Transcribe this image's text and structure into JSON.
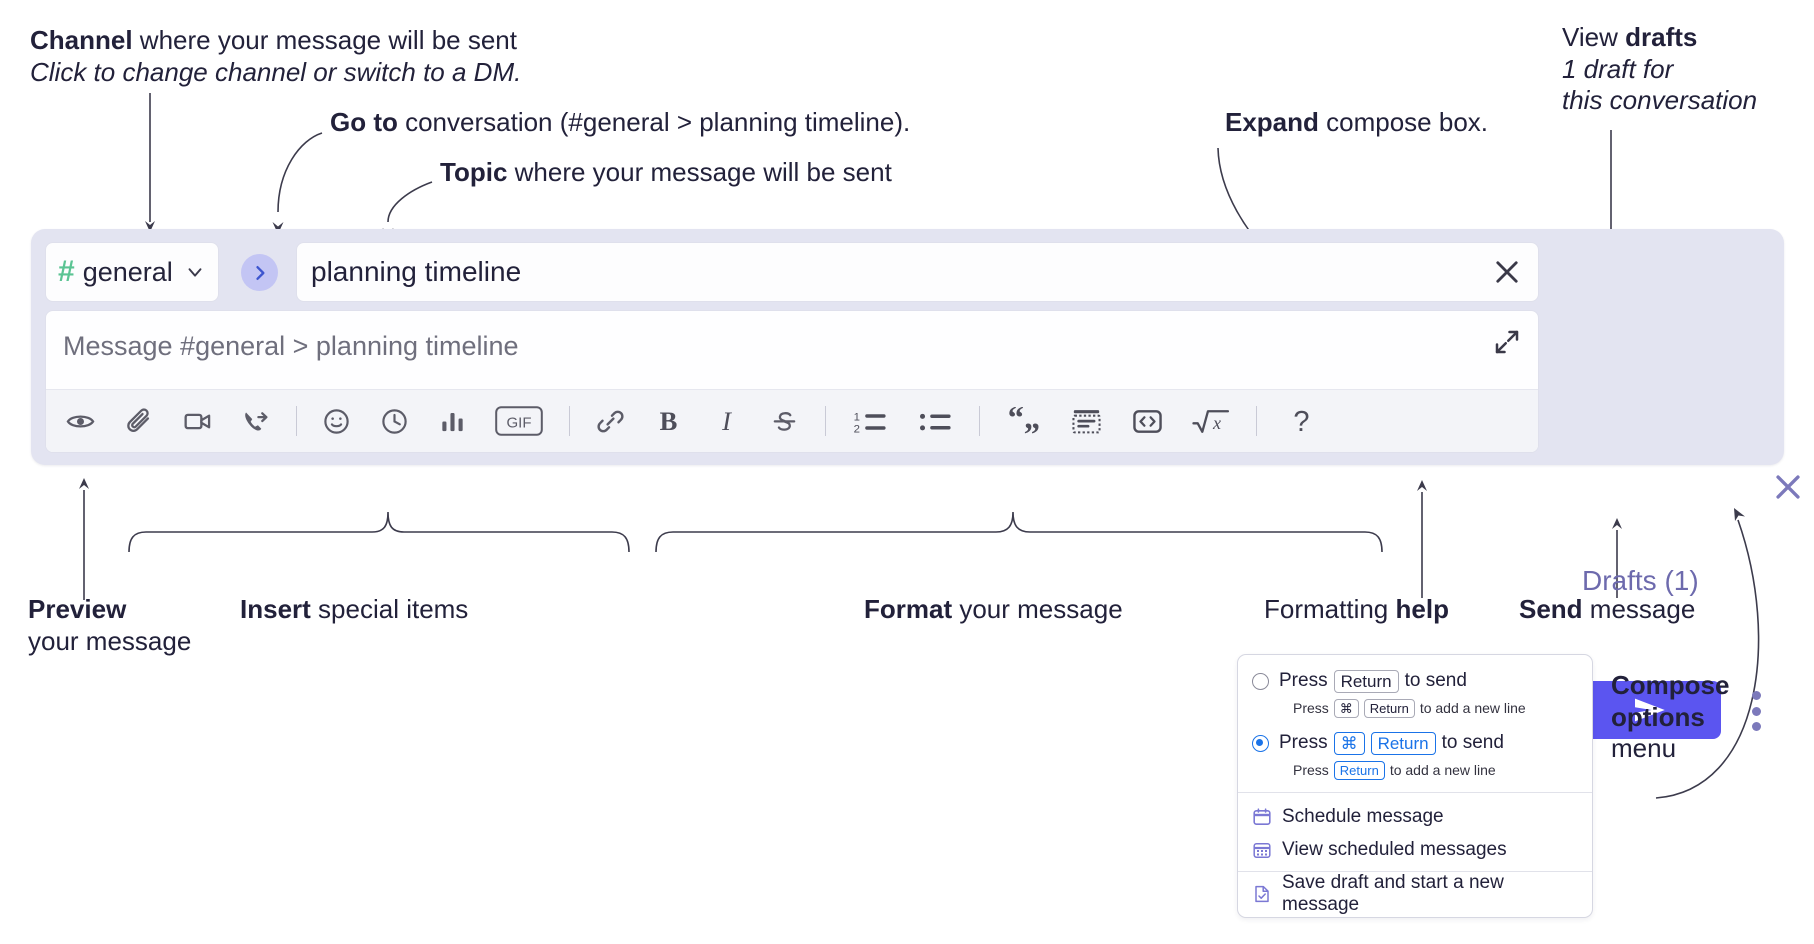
{
  "annotations": {
    "channel": {
      "line1_bold": "Channel",
      "line1_rest": " where your message will be sent",
      "line2_italic": "Click to change channel or switch to a DM."
    },
    "goto": {
      "bold": "Go to",
      "rest": " conversation (#general > planning timeline)."
    },
    "topic": {
      "bold": "Topic",
      "rest": " where your message will be sent"
    },
    "expand": {
      "bold": "Expand",
      "rest": " compose box."
    },
    "drafts": {
      "line1_rest": "View ",
      "line1_bold": "drafts",
      "line2_italic": "1 draft for",
      "line3_italic": "this conversation"
    },
    "preview": {
      "bold": "Preview",
      "rest": "your message"
    },
    "insert": {
      "bold": "Insert",
      "rest": " special items"
    },
    "format": {
      "bold": "Format",
      "rest": " your message"
    },
    "formatting_help": {
      "rest": "Formatting ",
      "bold": "help"
    },
    "send": {
      "bold": "Send",
      "rest": " message"
    },
    "compose_options": {
      "line1": "Compose",
      "line2": "options",
      "line3": "menu"
    }
  },
  "compose": {
    "channel": {
      "icon": "hash-icon",
      "name": "general",
      "caret": "chevron-down-icon"
    },
    "goto_button": {
      "icon": "chevron-right-icon",
      "label": "Go to conversation"
    },
    "topic": {
      "value": "planning timeline",
      "clear_icon": "close-icon"
    },
    "message": {
      "placeholder": "Message #general > planning timeline",
      "value": ""
    },
    "expand_icon": "expand-diagonal-icon",
    "close_icon": "close-icon",
    "drafts_link": "Drafts (1)",
    "send_button": {
      "icon": "send-paper-plane-icon",
      "label": "Send"
    },
    "overflow_button": {
      "icon": "more-vertical-icon",
      "label": "Compose options"
    },
    "toolbar": [
      {
        "name": "preview-icon",
        "label": "Preview"
      },
      {
        "name": "divider",
        "label": ""
      },
      {
        "name": "attachment-icon",
        "label": "Attach file"
      },
      {
        "name": "video-camera-icon",
        "label": "Record video clip"
      },
      {
        "name": "phone-forward-icon",
        "label": "Record audio clip"
      },
      {
        "name": "divider",
        "label": ""
      },
      {
        "name": "emoji-icon",
        "label": "Emoji"
      },
      {
        "name": "clock-icon",
        "label": "Reminder"
      },
      {
        "name": "poll-bars-icon",
        "label": "Poll"
      },
      {
        "name": "gif-icon",
        "label": "GIF"
      },
      {
        "name": "divider",
        "label": ""
      },
      {
        "name": "link-icon",
        "label": "Link"
      },
      {
        "name": "bold-icon",
        "label": "Bold"
      },
      {
        "name": "italic-icon",
        "label": "Italic"
      },
      {
        "name": "strikethrough-icon",
        "label": "Strikethrough"
      },
      {
        "name": "divider",
        "label": ""
      },
      {
        "name": "ordered-list-icon",
        "label": "Ordered list"
      },
      {
        "name": "bulleted-list-icon",
        "label": "Bulleted list"
      },
      {
        "name": "divider",
        "label": ""
      },
      {
        "name": "blockquote-icon",
        "label": "Blockquote"
      },
      {
        "name": "code-block-icon",
        "label": "Code block"
      },
      {
        "name": "inline-code-icon",
        "label": "Code"
      },
      {
        "name": "math-icon",
        "label": "Math"
      },
      {
        "name": "divider",
        "label": ""
      },
      {
        "name": "help-question-icon",
        "label": "Formatting help"
      }
    ],
    "gif_label": "GIF",
    "bold_label": "B",
    "italic_label": "I",
    "help_label": "?"
  },
  "options_menu": {
    "radio_options": [
      {
        "selected": false,
        "main": {
          "pre": "Press",
          "key1": "Return",
          "post": "to send"
        },
        "sub": {
          "pre": "Press",
          "key1": "⌘",
          "key2": "Return",
          "post": "to add a new line"
        }
      },
      {
        "selected": true,
        "main": {
          "pre": "Press",
          "key1": "⌘",
          "key2": "Return",
          "post": "to send"
        },
        "sub": {
          "pre": "Press",
          "key1": "Return",
          "post": "to add a new line"
        }
      }
    ],
    "items": [
      {
        "icon": "calendar-schedule-icon",
        "label": "Schedule message"
      },
      {
        "icon": "calendar-grid-icon",
        "label": "View scheduled messages"
      },
      {
        "icon": "save-draft-icon",
        "label": "Save draft and start a new message"
      }
    ]
  },
  "colors": {
    "panel_bg": "#e3e4f1",
    "send_button": "#5b55f0",
    "hash_green": "#5bc493",
    "drafts_text": "#6d6aad",
    "goto_circle": "#c3c5f4",
    "radio_blue": "#1a73e8",
    "menu_icon_purple": "#7b78d4"
  }
}
